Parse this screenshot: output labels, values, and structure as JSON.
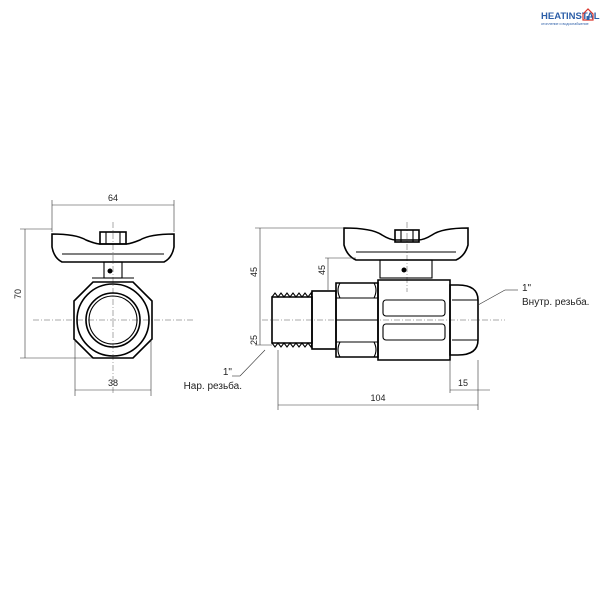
{
  "logo": {
    "brand_left": "HEAT",
    "brand_right": "INSTALL",
    "tagline": "отопление и водоснабжение",
    "colors": {
      "blue": "#2d5fa8",
      "red": "#d9342b"
    }
  },
  "front_view": {
    "dim_width": "64",
    "dim_height": "70",
    "dim_body": "38"
  },
  "side_view": {
    "dim_upper": "45",
    "dim_upper_inner": "45",
    "dim_lower": "25",
    "dim_length": "104",
    "dim_nut": "15"
  },
  "callouts": {
    "male_size": "1\"",
    "male_label": "Нар. резьба.",
    "female_size": "1\"",
    "female_label": "Внутр. резьба."
  }
}
